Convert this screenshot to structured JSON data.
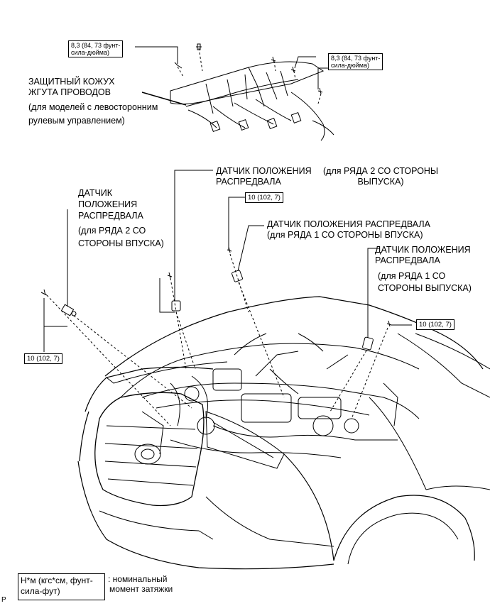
{
  "torque_top_left": [
    "8,3 (84, 73 фунт-",
    "сила-дюйма)"
  ],
  "torque_top_right": [
    "8,3 (84, 73 фунт-",
    "сила-дюйма)"
  ],
  "harness_cover": {
    "line1": "ЗАЩИТНЫЙ КОЖУХ",
    "line2": "ЖГУТА ПРОВОДОВ",
    "line3": "(для моделей с левосторонним",
    "line4": "рулевым управлением)"
  },
  "sensor_b2_exhaust": {
    "line1": "ДАТЧИК ПОЛОЖЕНИЯ",
    "line2": "РАСПРЕДВАЛА",
    "line3": "(для РЯДА 2 СО СТОРОНЫ",
    "line4": "ВЫПУСКА)"
  },
  "sensor_b2_intake": {
    "line1": "ДАТЧИК",
    "line2": "ПОЛОЖЕНИЯ",
    "line3": "РАСПРЕДВАЛА",
    "line4": "(для РЯДА 2 СО",
    "line5": "СТОРОНЫ ВПУСКА)"
  },
  "sensor_b1_intake": {
    "line1": "ДАТЧИК ПОЛОЖЕНИЯ РАСПРЕДВАЛА",
    "line2": "(для РЯДА 1 СО СТОРОНЫ ВПУСКА)"
  },
  "sensor_b1_exhaust": {
    "line1": "ДАТЧИК ПОЛОЖЕНИЯ",
    "line2": "РАСПРЕДВАЛА",
    "line3": "(для РЯДА 1 СО",
    "line4": "СТОРОНЫ ВЫПУСКА)"
  },
  "torque_10_a": "10 (102, 7)",
  "torque_10_b": "10 (102, 7)",
  "torque_10_c": "10 (102, 7)",
  "legend": {
    "unit_line1": "Н*м (кгс*см, фунт-",
    "unit_line2": "сила-фут)",
    "desc_line1": ": номинальный",
    "desc_line2": "момент затяжки"
  },
  "corner_mark": "P"
}
